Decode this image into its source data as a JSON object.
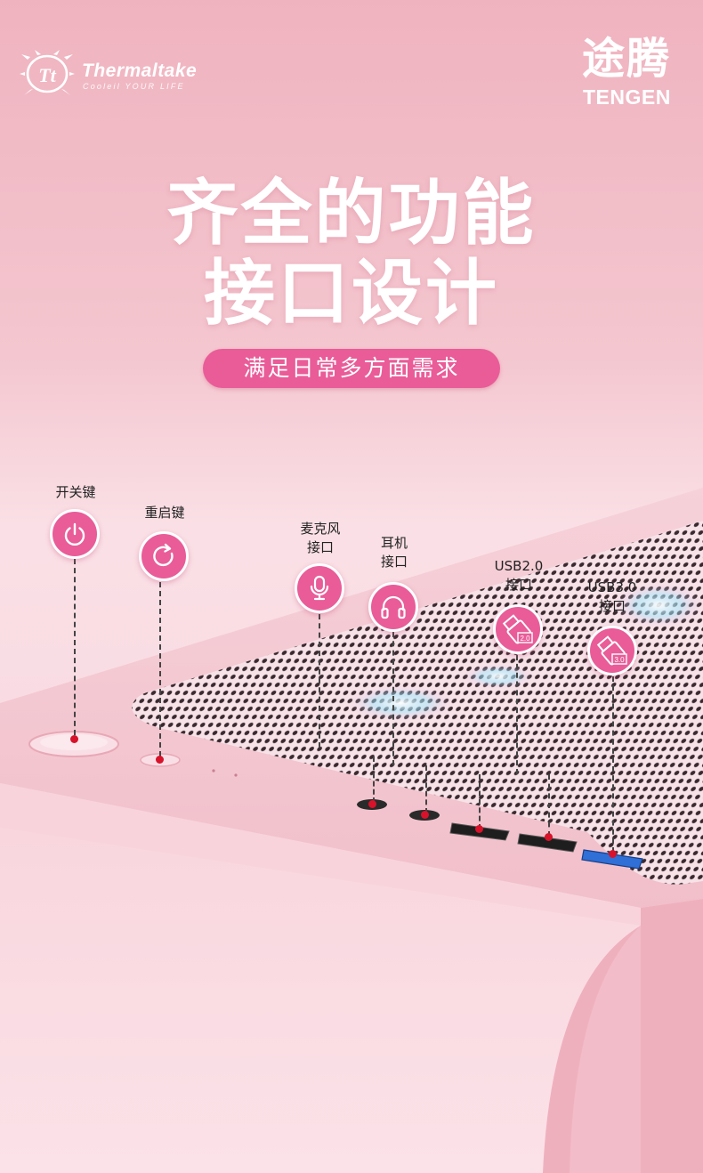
{
  "brand": {
    "thermaltake_name": "Thermaltake",
    "thermaltake_slogan": "Cooleil YOUR LIFE",
    "tengen_cn": "途腾",
    "tengen_en": "TENGEN"
  },
  "headline": {
    "line1": "齐全的功能",
    "line2": "接口设计",
    "tagline": "满足日常多方面需求"
  },
  "features": [
    {
      "line1": "开关键",
      "line2": "",
      "icon": "power-icon"
    },
    {
      "line1": "重启键",
      "line2": "",
      "icon": "restart-icon"
    },
    {
      "line1": "麦克风",
      "line2": "接口",
      "icon": "microphone-icon"
    },
    {
      "line1": "耳机",
      "line2": "接口",
      "icon": "headphone-icon"
    },
    {
      "line1": "USB2.0",
      "line2": "接口",
      "icon": "usb2-icon",
      "badge": "2.0"
    },
    {
      "line1": "USB3.0",
      "line2": "接口",
      "icon": "usb3-icon",
      "badge": "3.0"
    }
  ],
  "colors": {
    "accent_pink": "#e95c98",
    "case_pink": "#f3c3cd",
    "marker_red": "#d8122a",
    "usb3_blue": "#2f6fd6"
  }
}
